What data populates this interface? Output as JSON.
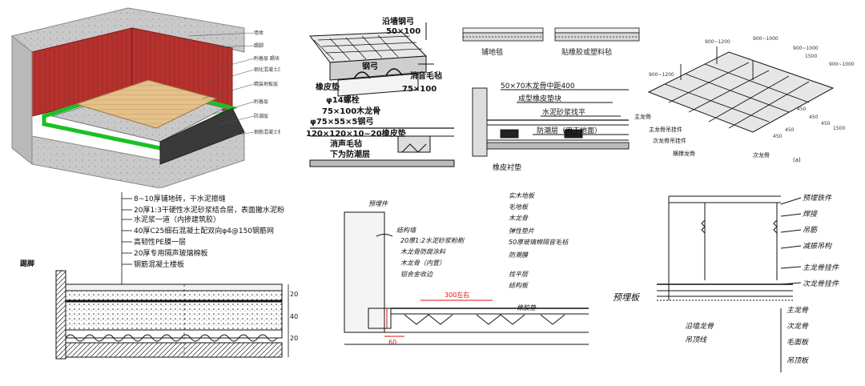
{
  "panel_iso": {
    "labels": [
      "墙体",
      "踢脚",
      "附着层 踢块",
      "钢化混凝土压痕找平",
      "精装地板层",
      "附着层",
      "防潮层",
      "钢筋混凝土楼板"
    ]
  },
  "panel_wood_a": {
    "labels": [
      "沿墙钢弓",
      "50×100",
      "钢弓",
      "消音毛毡",
      "橡皮垫",
      "75×100",
      "φ14螺栓",
      "75×100木龙骨",
      "φ75×55×5钢弓",
      "120×120×10~20橡皮垫",
      "消声毛毡",
      "下为防潮层"
    ]
  },
  "panel_carpet": {
    "left_label": "铺地毯",
    "right_label": "贴橡胶或塑料毡"
  },
  "panel_wood_b": {
    "labels": [
      "50×70木龙骨中距400",
      "成型橡皮垫块",
      "水泥砂浆找平",
      "防潮层（用于地面）",
      "橡皮衬垫"
    ]
  },
  "panel_ceiling": {
    "dims": [
      "900~1200",
      "900~1200",
      "900~1000",
      "900~1000",
      "1500",
      "900~1000",
      "450",
      "450",
      "450",
      "450",
      "450",
      "1500"
    ],
    "labels": [
      "主龙骨",
      "主龙骨吊挂件",
      "次龙骨吊挂件",
      "横撑龙骨",
      "次龙骨"
    ],
    "caption": "(a)"
  },
  "panel_tile": {
    "layers": [
      "8~10厚铺地砖，干水泥擦缝",
      "20厚1:3干硬性水泥砂浆结合层，表面撒水泥粉",
      "水泥浆一道（内掺建筑胶）",
      "40厚C25细石混凝土配双向φ4@150钢筋网",
      "高韧性PE膜一层",
      "20厚专用隔声玻璃棉板",
      "钢筋混凝土楼板"
    ],
    "side_label": "踢脚",
    "dims": [
      "20",
      "40",
      "20"
    ]
  },
  "panel_sketch_floor": {
    "top_left": "预埋件",
    "left_labels": [
      "结构墙",
      "20厚1:2水泥砂浆粉刷",
      "木龙骨防腐涂料",
      "木龙骨（内置）",
      "铝合金收边"
    ],
    "right_labels": [
      "实木地板",
      "毛地板",
      "木龙骨",
      "弹性垫片",
      "50厚玻璃棉隔音毛毡",
      "防潮膜"
    ],
    "bottom_labels": [
      "找平层",
      "结构板"
    ],
    "dim": "300左右",
    "red_note": "60",
    "mid_label": "橡胶垫"
  },
  "panel_sketch_ceiling": {
    "right_top": [
      "预埋铁件",
      "焊接",
      "吊筋",
      "减振吊构"
    ],
    "right_mid": [
      "主龙骨挂件",
      "次龙骨挂件"
    ],
    "right_bottom": [
      "主龙骨",
      "次龙骨",
      "毛面板",
      "吊顶板"
    ],
    "left_labels": [
      "预埋板"
    ],
    "bottom_left": [
      "沿墙龙骨",
      "吊顶线"
    ]
  }
}
